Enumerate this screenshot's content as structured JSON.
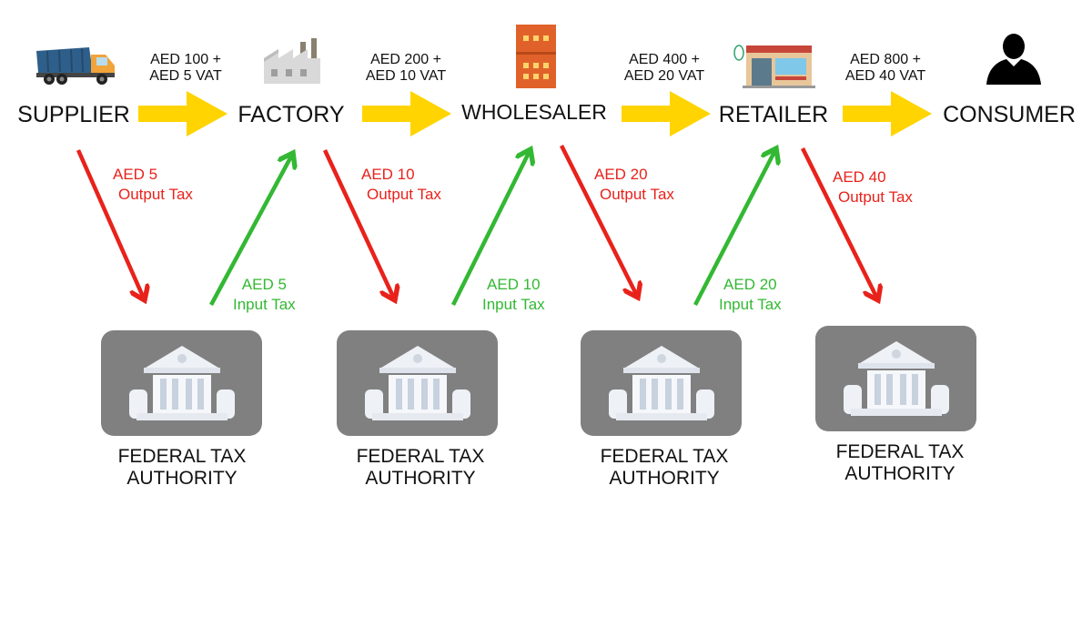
{
  "nodes": [
    {
      "label": "SUPPLIER",
      "icon": "truck-icon"
    },
    {
      "label": "FACTORY",
      "icon": "factory-icon"
    },
    {
      "label": "WHOLESALER",
      "icon": "building-icon"
    },
    {
      "label": "RETAILER",
      "icon": "shop-icon"
    },
    {
      "label": "CONSUMER",
      "icon": "person-icon"
    }
  ],
  "prices": [
    {
      "line1": "AED 100 +",
      "line2": "AED 5 VAT"
    },
    {
      "line1": "AED 200 +",
      "line2": "AED 10 VAT"
    },
    {
      "line1": "AED 400 +",
      "line2": "AED 20 VAT"
    },
    {
      "line1": "AED 800 +",
      "line2": "AED 40 VAT"
    }
  ],
  "output_tax": [
    {
      "amount": "AED 5",
      "label": "Output Tax"
    },
    {
      "amount": "AED 10",
      "label": "Output Tax"
    },
    {
      "amount": "AED 20",
      "label": "Output Tax"
    },
    {
      "amount": "AED 40",
      "label": "Output Tax"
    }
  ],
  "input_tax": [
    {
      "amount": "AED 5",
      "label": "Input Tax"
    },
    {
      "amount": "AED 10",
      "label": "Input Tax"
    },
    {
      "amount": "AED 20",
      "label": "Input Tax"
    }
  ],
  "authorities": [
    {
      "line1": "FEDERAL TAX",
      "line2": "AUTHORITY",
      "icon": "bank-icon"
    },
    {
      "line1": "FEDERAL TAX",
      "line2": "AUTHORITY",
      "icon": "bank-icon"
    },
    {
      "line1": "FEDERAL TAX",
      "line2": "AUTHORITY",
      "icon": "bank-icon"
    },
    {
      "line1": "FEDERAL TAX",
      "line2": "AUTHORITY",
      "icon": "bank-icon"
    }
  ],
  "colors": {
    "flow_arrow": "#ffd400",
    "output_tax": "#e8221b",
    "input_tax": "#33b833",
    "authority_box": "#808080"
  }
}
